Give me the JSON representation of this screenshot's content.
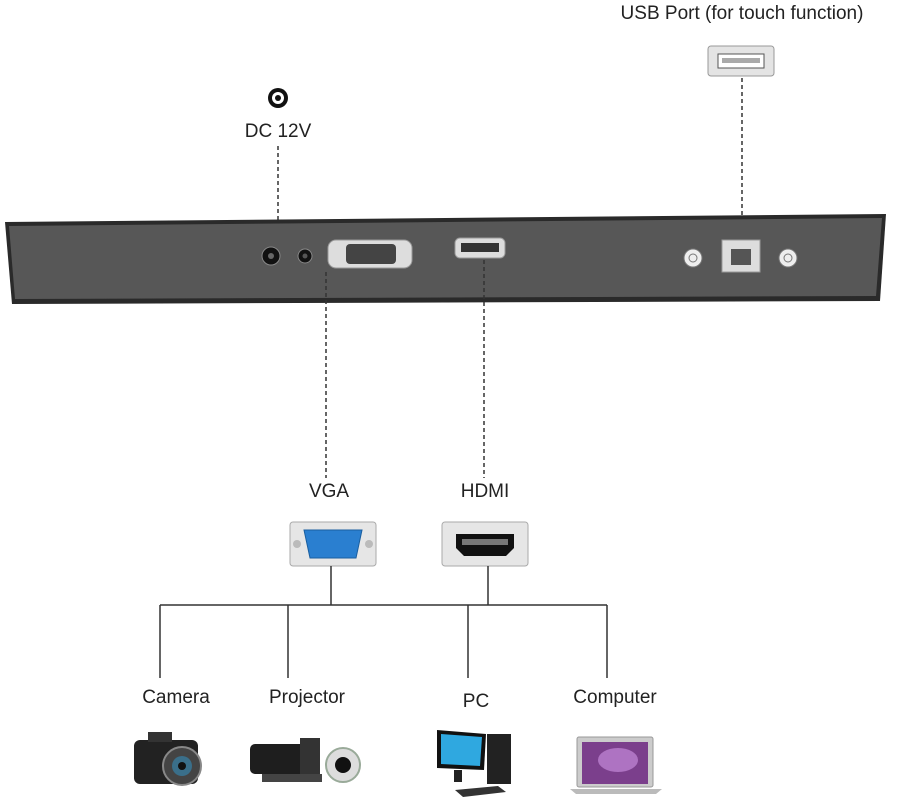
{
  "labels": {
    "usb_port": "USB Port (for touch function)",
    "dc": "DC 12V",
    "vga": "VGA",
    "hdmi": "HDMI",
    "camera": "Camera",
    "projector": "Projector",
    "pc": "PC",
    "computer": "Computer"
  },
  "colors": {
    "panel": "#555555",
    "vga_connector": "#2a7fd0",
    "line": "#333333"
  },
  "icons": [
    "dc-power-icon",
    "usb-a-port-icon",
    "vga-connector-icon",
    "hdmi-connector-icon",
    "camera-icon",
    "projector-icon",
    "pc-icon",
    "laptop-icon"
  ]
}
